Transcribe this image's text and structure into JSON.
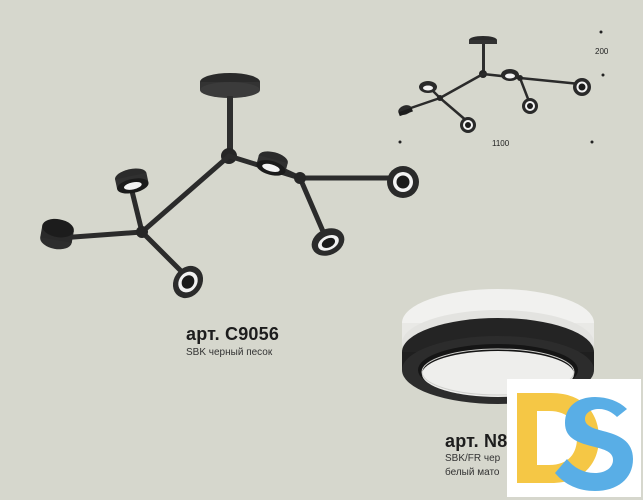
{
  "product_main": {
    "article": "арт. C9056",
    "finish": "SBK черный песок"
  },
  "product_insert": {
    "article": "арт. N8",
    "finish_line1": "SBK/FR чер",
    "finish_line2": "белый мато"
  },
  "dimensions": {
    "width": "1100",
    "height": "200"
  },
  "colors": {
    "background": "#d6d7cd",
    "metal": "#2c2c2c",
    "logo_yellow": "#f5c745",
    "logo_blue": "#59aee6"
  },
  "icons": {
    "logo": "ds-logo"
  }
}
